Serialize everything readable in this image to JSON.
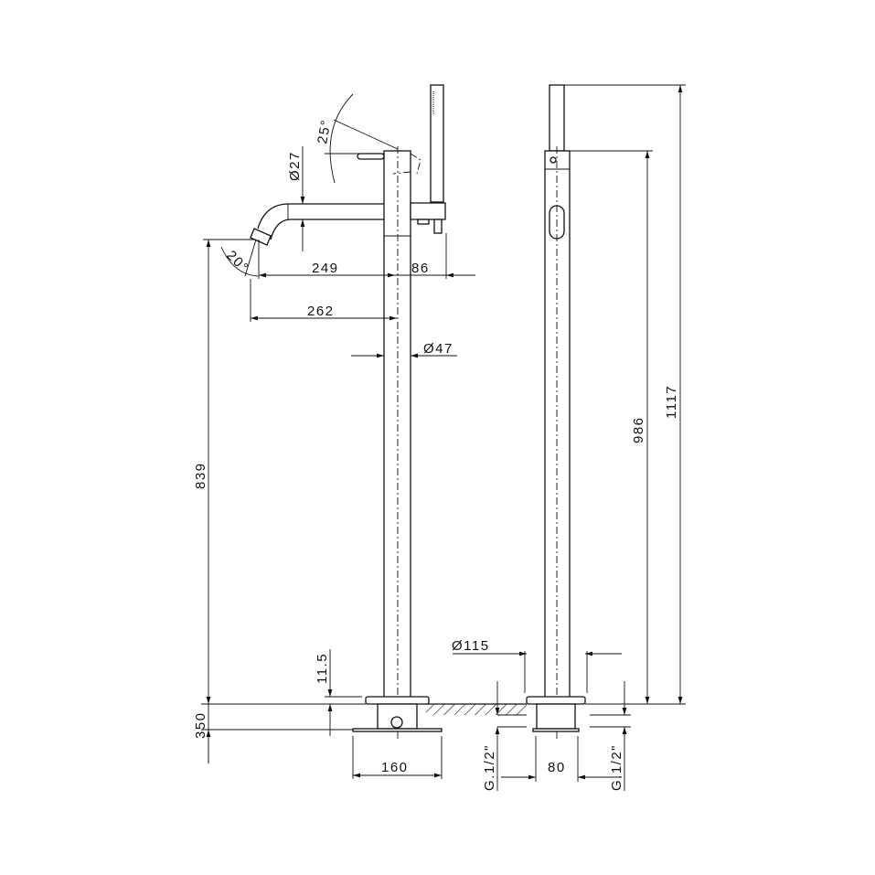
{
  "dimensions": {
    "spout_reach_249": "249",
    "shower_offset_86": "86",
    "spout_reach_262": "262",
    "column_diameter": "Ø47",
    "spout_diameter": "Ø27",
    "lever_angle": "25°",
    "spout_angle": "20°",
    "spout_height": "839",
    "floor_depth": "350",
    "plate_thickness": "11.5",
    "plate_width": "160",
    "base_diameter": "Ø115",
    "body_width": "80",
    "connection_left": "G.1/2\"",
    "connection_right": "G.1/2\"",
    "lever_height": "986",
    "total_height": "1117"
  }
}
